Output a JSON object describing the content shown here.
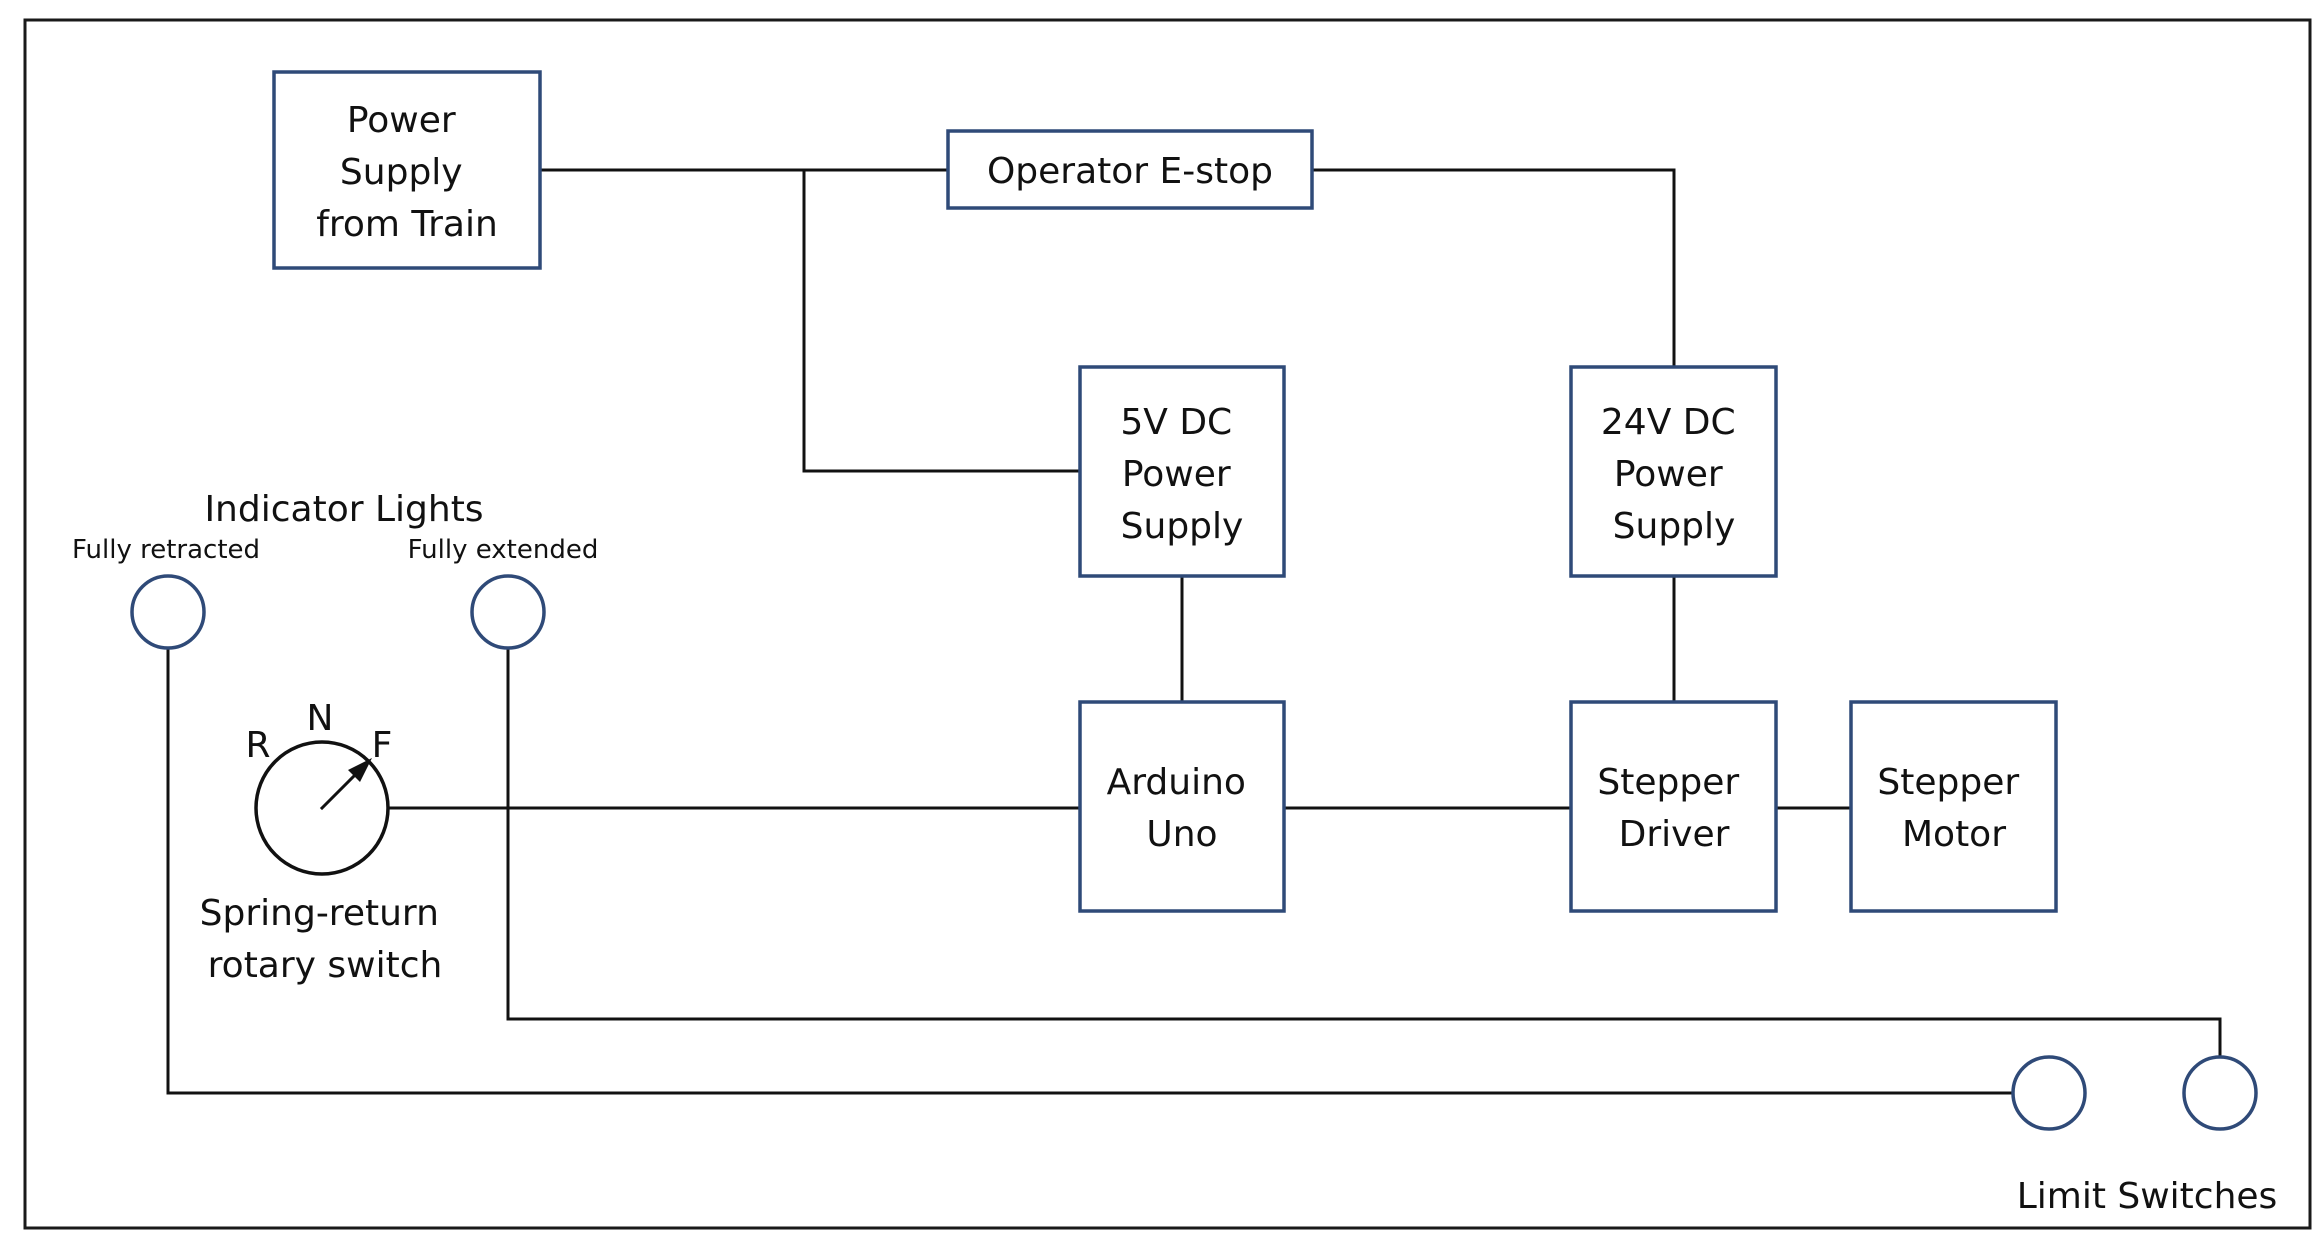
{
  "blocks": {
    "power_supply_train": [
      "Power",
      "Supply",
      "from Train"
    ],
    "operator_estop": [
      "Operator E-stop"
    ],
    "psu_5v": [
      "5V DC",
      "Power",
      "Supply"
    ],
    "psu_24v": [
      "24V DC",
      "Power",
      "Supply"
    ],
    "arduino": [
      "Arduino",
      "Uno"
    ],
    "stepper_driver": [
      "Stepper",
      "Driver"
    ],
    "stepper_motor": [
      "Stepper",
      "Motor"
    ]
  },
  "indicator_lights": {
    "title": "Indicator Lights",
    "retracted": "Fully retracted",
    "extended": "Fully extended"
  },
  "rotary_switch": {
    "positions": [
      "R",
      "N",
      "F"
    ],
    "label": [
      "Spring-return",
      "rotary switch"
    ]
  },
  "limit_switches": {
    "label": "Limit Switches"
  },
  "colors": {
    "block_border": "#2f4a78",
    "wire": "#111111"
  }
}
